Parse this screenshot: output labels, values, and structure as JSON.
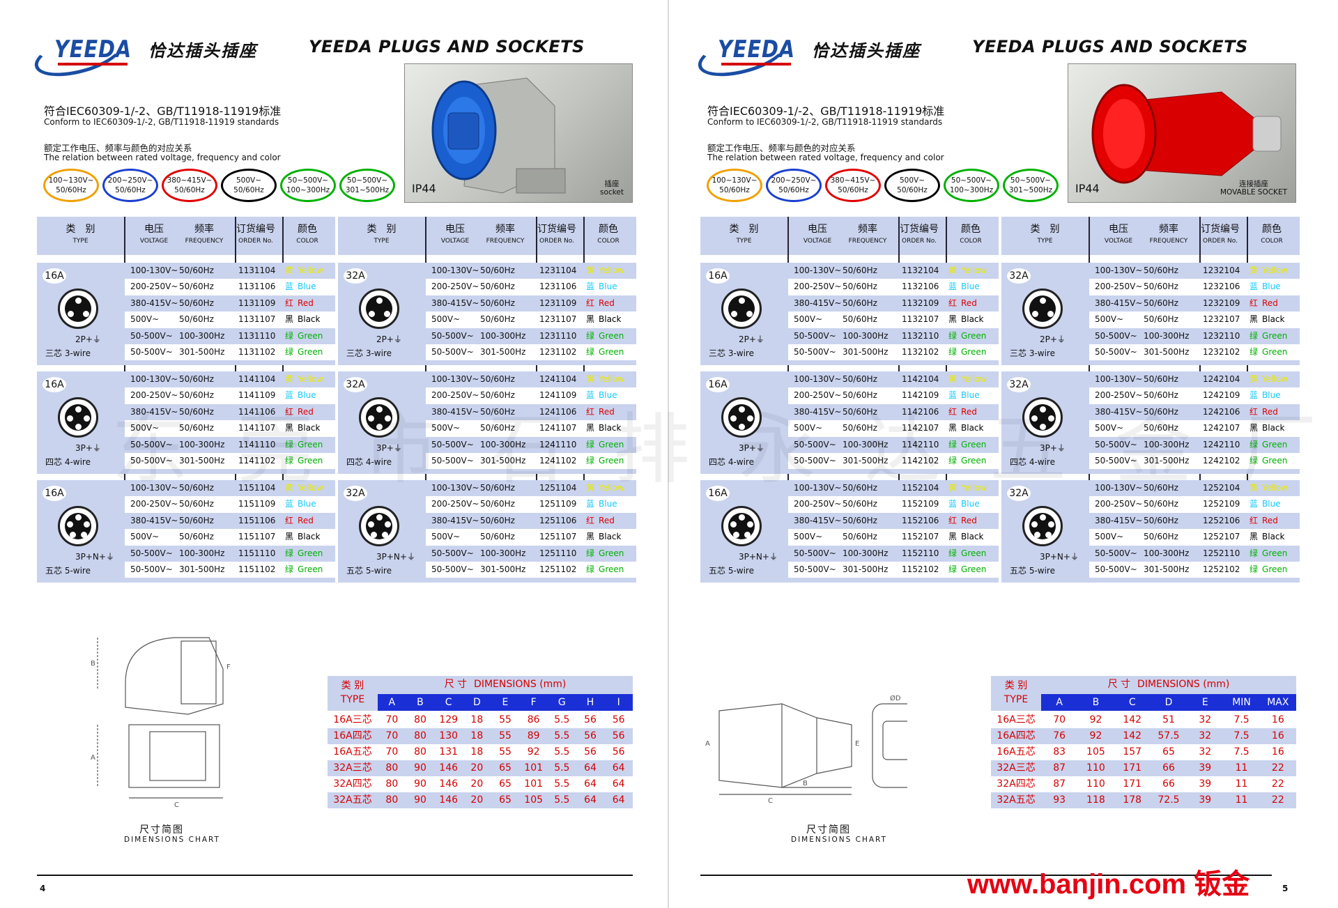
{
  "brand": {
    "logo_text": "YEEDA",
    "title_cn": "恰达插头插座",
    "title_en": "YEEDA PLUGS AND SOCKETS"
  },
  "standard": {
    "cn": "符合IEC60309-1/-2、GB/T11918-11919标准",
    "en": "Conform to IEC60309-1/-2, GB/T11918-11919 standards"
  },
  "relation": {
    "cn": "额定工作电压、频率与颜色的对应关系",
    "en": "The relation between rated voltage, frequency and color"
  },
  "ovals": [
    {
      "l1": "100~130V~",
      "l2": "50/60Hz",
      "color": "#f0a000"
    },
    {
      "l1": "200~250V~",
      "l2": "50/60Hz",
      "color": "#1a3fcf"
    },
    {
      "l1": "380~415V~",
      "l2": "50/60Hz",
      "color": "#e00000"
    },
    {
      "l1": "500V~",
      "l2": "50/60Hz",
      "color": "#000000"
    },
    {
      "l1": "50~500V~",
      "l2": "100~300Hz",
      "color": "#00b000"
    },
    {
      "l1": "50~500V~",
      "l2": "301~500Hz",
      "color": "#00b000"
    }
  ],
  "col_headers": {
    "type_cn": "类　别",
    "type_en": "TYPE",
    "volt_cn": "电压",
    "volt_en": "VOLTAGE",
    "freq_cn": "频率",
    "freq_en": "FREQUENCY",
    "order_cn": "订货编号",
    "order_en": "ORDER No.",
    "color_cn": "颜色",
    "color_en": "COLOR"
  },
  "rows_spec": [
    {
      "v": "100-130V~",
      "f": "50/60Hz",
      "ccn": "黄",
      "cen": "Yellow",
      "cc": "#e8e800"
    },
    {
      "v": "200-250V~",
      "f": "50/60Hz",
      "ccn": "蓝",
      "cen": "Blue",
      "cc": "#14c8ff"
    },
    {
      "v": "380-415V~",
      "f": "50/60Hz",
      "ccn": "红",
      "cen": "Red",
      "cc": "#e00000"
    },
    {
      "v": "500V~",
      "f": "50/60Hz",
      "ccn": "黑",
      "cen": "Black",
      "cc": "#000000"
    },
    {
      "v": "50-500V~",
      "f": "100-300Hz",
      "ccn": "绿",
      "cen": "Green",
      "cc": "#00b000"
    },
    {
      "v": "50-500V~",
      "f": "301-500Hz",
      "ccn": "绿",
      "cen": "Green",
      "cc": "#00b000"
    }
  ],
  "groups_spec": [
    {
      "gnd": "2P+⏚",
      "wire": "三芯 3-wire",
      "pins": 3
    },
    {
      "gnd": "3P+⏚",
      "wire": "四芯 4-wire",
      "pins": 4
    },
    {
      "gnd": "3P+N+⏚",
      "wire": "五芯 5-wire",
      "pins": 5
    }
  ],
  "pages": [
    {
      "page_number": "4",
      "photo": {
        "ip": "IP44",
        "cap_cn": "插座",
        "cap_en": "socket"
      },
      "tables": [
        {
          "amp": "16A",
          "codes": [
            [
              "1131104",
              "1131106",
              "1131109",
              "1131107",
              "1131110",
              "1131102"
            ],
            [
              "1141104",
              "1141109",
              "1141106",
              "1141107",
              "1141110",
              "1141102"
            ],
            [
              "1151104",
              "1151109",
              "1151106",
              "1151107",
              "1151110",
              "1151102"
            ]
          ]
        },
        {
          "amp": "32A",
          "codes": [
            [
              "1231104",
              "1231106",
              "1231109",
              "1231107",
              "1231110",
              "1231102"
            ],
            [
              "1241104",
              "1241109",
              "1241106",
              "1241107",
              "1241110",
              "1241102"
            ],
            [
              "1251104",
              "1251109",
              "1251106",
              "1251107",
              "1251110",
              "1251102"
            ]
          ]
        }
      ],
      "dims": {
        "title_cn": "类 别",
        "title_en": "TYPE",
        "dim_cn": "尺 寸",
        "dim_en": "DIMENSIONS (mm)",
        "cols": [
          "A",
          "B",
          "C",
          "D",
          "E",
          "F",
          "G",
          "H",
          "I"
        ],
        "rows": [
          [
            "16A三芯",
            "70",
            "80",
            "129",
            "18",
            "55",
            "86",
            "5.5",
            "56",
            "56"
          ],
          [
            "16A四芯",
            "70",
            "80",
            "130",
            "18",
            "55",
            "89",
            "5.5",
            "56",
            "56"
          ],
          [
            "16A五芯",
            "70",
            "80",
            "131",
            "18",
            "55",
            "92",
            "5.5",
            "56",
            "56"
          ],
          [
            "32A三芯",
            "80",
            "90",
            "146",
            "20",
            "65",
            "101",
            "5.5",
            "64",
            "64"
          ],
          [
            "32A四芯",
            "80",
            "90",
            "146",
            "20",
            "65",
            "101",
            "5.5",
            "64",
            "64"
          ],
          [
            "32A五芯",
            "80",
            "90",
            "146",
            "20",
            "65",
            "105",
            "5.5",
            "64",
            "64"
          ]
        ]
      },
      "chart_cn": "尺寸简图",
      "chart_en": "DIMENSIONS CHART"
    },
    {
      "page_number": "5",
      "photo": {
        "ip": "IP44",
        "cap_cn": "连接插座",
        "cap_en": "MOVABLE SOCKET"
      },
      "tables": [
        {
          "amp": "16A",
          "codes": [
            [
              "1132104",
              "1132106",
              "1132109",
              "1132107",
              "1132110",
              "1132102"
            ],
            [
              "1142104",
              "1142109",
              "1142106",
              "1142107",
              "1142110",
              "1142102"
            ],
            [
              "1152104",
              "1152109",
              "1152106",
              "1152107",
              "1152110",
              "1152102"
            ]
          ]
        },
        {
          "amp": "32A",
          "codes": [
            [
              "1232104",
              "1232106",
              "1232109",
              "1232107",
              "1232110",
              "1232102"
            ],
            [
              "1242104",
              "1242109",
              "1242106",
              "1242107",
              "1242110",
              "1242102"
            ],
            [
              "1252104",
              "1252109",
              "1252106",
              "1252107",
              "1252110",
              "1252102"
            ]
          ]
        }
      ],
      "dims": {
        "title_cn": "类 别",
        "title_en": "TYPE",
        "dim_cn": "尺 寸",
        "dim_en": "DIMENSIONS (mm)",
        "cols": [
          "A",
          "B",
          "C",
          "D",
          "E",
          "MIN",
          "MAX"
        ],
        "rows": [
          [
            "16A三芯",
            "70",
            "92",
            "142",
            "51",
            "32",
            "7.5",
            "16"
          ],
          [
            "16A四芯",
            "76",
            "92",
            "142",
            "57.5",
            "32",
            "7.5",
            "16"
          ],
          [
            "16A五芯",
            "83",
            "105",
            "157",
            "65",
            "32",
            "7.5",
            "16"
          ],
          [
            "32A三芯",
            "87",
            "110",
            "171",
            "66",
            "39",
            "11",
            "22"
          ],
          [
            "32A四芯",
            "87",
            "110",
            "171",
            "66",
            "39",
            "11",
            "22"
          ],
          [
            "32A五芯",
            "93",
            "118",
            "178",
            "72.5",
            "39",
            "11",
            "22"
          ]
        ]
      },
      "chart_cn": "尺寸简图",
      "chart_en": "DIMENSIONS CHART"
    }
  ],
  "promo": "www.banjin.com 钣金",
  "watermark": "东莞市石排永达五金厂"
}
